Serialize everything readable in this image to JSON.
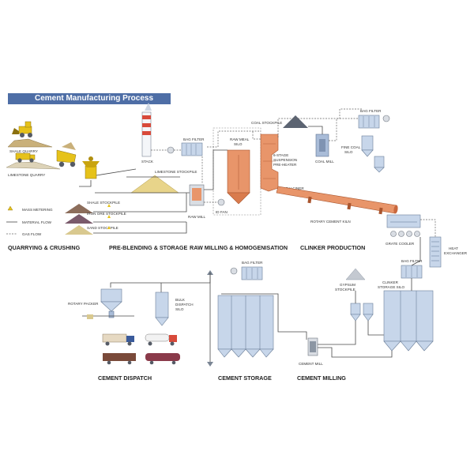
{
  "title": "Cement Manufacturing Process",
  "sections": {
    "quarrying": "QUARRYING & CRUSHING",
    "preblending": "PRE-BLENDING & STORAGE",
    "raw_milling": "RAW MILLING & HOMOGENISATION",
    "clinker": "CLINKER PRODUCTION",
    "dispatch": "CEMENT DISPATCH",
    "storage": "CEMENT STORAGE",
    "milling": "CEMENT MILLING"
  },
  "legend": {
    "mass_metering": "MASS METERING",
    "material_flow": "MATERIAL FLOW",
    "gas_flow": "GAS FLOW"
  },
  "labels": {
    "shale_quarry": "SHALE QUARRY",
    "limestone_quarry": "LIMESTONE QUARRY",
    "stack": "STACK",
    "bag_filter_1": "BAG FILTER",
    "limestone_stockpile": "LIMESTONE STOCKPILE",
    "shale_stockpile": "SHALE STOCKPILE",
    "iron_ore_stockpile": "IRON ORE STOCKPILE",
    "sand_stockpile": "SAND STOCKPILE",
    "raw_mill": "RAW MILL",
    "id_fan": "ID FAN",
    "raw_meal_silo_1": "RAW MEAL",
    "raw_meal_silo_2": "SILO",
    "coal_stockpile": "COAL STOCKPILE",
    "preheater_1": "6-STAGE",
    "preheater_2": "SUSPENSION",
    "preheater_3": "PRE-HEATER",
    "precalciner": "PRECALCINER",
    "coal_mill": "COAL MILL",
    "bag_filter_2": "BAG FILTER",
    "fine_coal_silo_1": "FINE COAL",
    "fine_coal_silo_2": "SILO",
    "rotary_kiln": "ROTARY CEMENT KILN",
    "grate_cooler": "GRATE COOLER",
    "heat_exchanger_1": "HEAT",
    "heat_exchanger_2": "EXCHANGER",
    "bag_filter_3": "BAG FILTER",
    "bag_filter_4": "BAG FILTER",
    "gypsum_stockpile_1": "GYPSUM",
    "gypsum_stockpile_2": "STOCKPILE",
    "clinker_silo_1": "CLINKER",
    "clinker_silo_2": "STORAGE SILO",
    "rotary_packer": "ROTARY PACKER",
    "bulk_silo_1": "BULK",
    "bulk_silo_2": "DISPATCH",
    "bulk_silo_3": "SILO",
    "cement_mill": "CEMENT MILL"
  }
}
